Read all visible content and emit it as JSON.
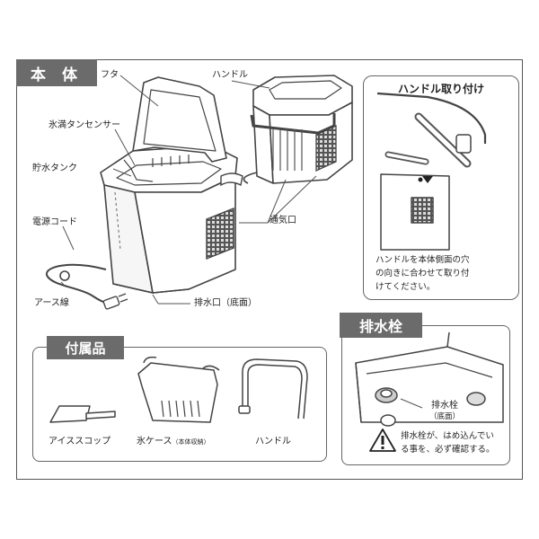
{
  "main_section": {
    "tag": "本 体",
    "labels": {
      "lid": "フタ",
      "handle": "ハンドル",
      "ice_full_sensor": "氷満タンセンサー",
      "water_tank": "貯水タンク",
      "power_cord": "電源コード",
      "earth_wire": "アース線",
      "vent": "通気口",
      "drain_outlet": "排水口（底面）"
    }
  },
  "handle_install": {
    "title": "ハンドル取り付け",
    "note": [
      "ハンドルを本体側面の穴",
      "の向きに合わせて取り付",
      "けてください。"
    ]
  },
  "accessories": {
    "tag": "付属品",
    "items": {
      "scoop": "アイススコップ",
      "basket": "氷ケース",
      "basket_note": "（本体収納）",
      "handle": "ハンドル"
    }
  },
  "drain_plug": {
    "tag": "排水栓",
    "label_line1": "排水栓",
    "label_line2": "（底面）",
    "warning": [
      "排水栓が、はめ込んでい",
      "る事を、必ず確認する。"
    ]
  }
}
